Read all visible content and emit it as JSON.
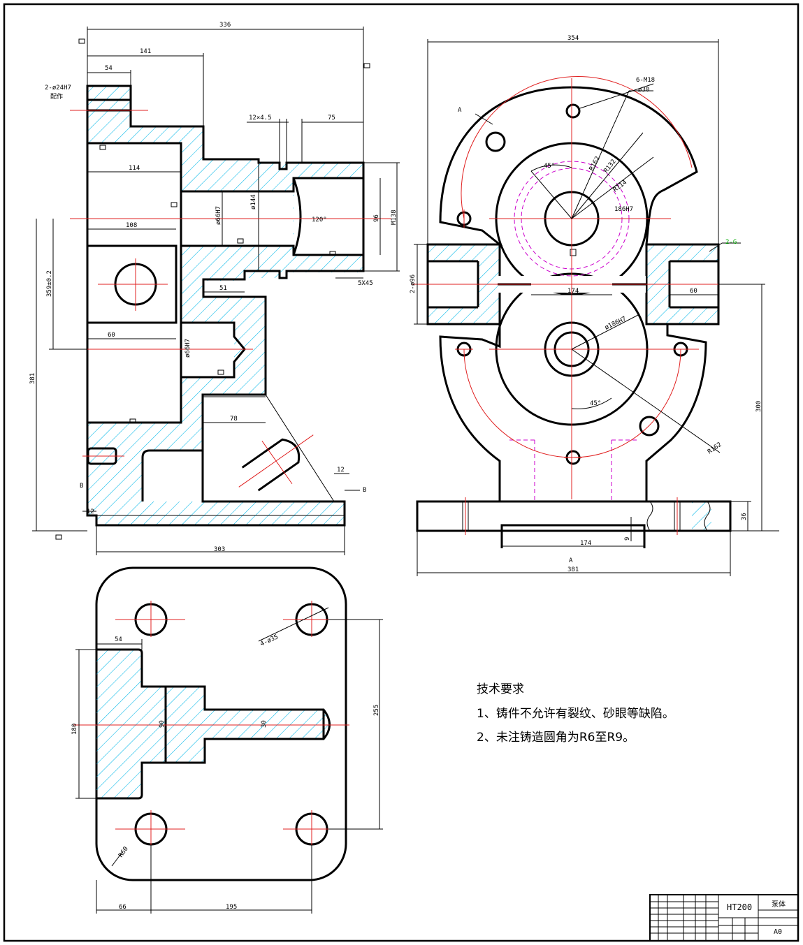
{
  "drawing": {
    "dims_front": {
      "d336": "336",
      "d141": "141",
      "d54": "54",
      "hole_note": "2-ø24H7",
      "hole_note2": "配作",
      "d12x45": "12×4.5",
      "d75": "75",
      "d114": "114",
      "d108": "108",
      "d144": "ø144",
      "d66": "ø66H7",
      "d120deg": "120°",
      "d96": "96",
      "dm138": "M138",
      "d5x45": "5X45",
      "d51": "51",
      "d359": "359±0.2",
      "d60": "60",
      "d66b": "ø66H7",
      "d78": "78",
      "d381": "381",
      "d12": "12",
      "d12b": "12",
      "d303": "303",
      "sec_b1": "B",
      "sec_b2": "B"
    },
    "dims_side": {
      "d354": "354",
      "m18": "6-M18",
      "d30": "ø30",
      "r162": "R162",
      "r132": "R132",
      "r114": "R114",
      "d186": "186H7",
      "d45": "45°",
      "d2x96": "2-ø96",
      "d174": "174",
      "d60": "60",
      "d186b": "ø186H7",
      "d45b": "45°",
      "r162b": "R162",
      "d300": "300",
      "d36": "36",
      "d174b": "174",
      "d9": "9",
      "d381": "381",
      "label_a1": "A",
      "label_a2": "A",
      "g_note": "2-G"
    },
    "dims_plan": {
      "d54": "54",
      "d180": "180",
      "d90": "90",
      "d30": "30",
      "d255": "255",
      "d4x35": "4-ø35",
      "r60": "R60",
      "d66": "66",
      "d195": "195"
    }
  },
  "notes": {
    "title": "技术要求",
    "line1": "1、铸件不允许有裂纹、砂眼等缺陷。",
    "line2": "2、未注铸造圆角为R6至R9。"
  },
  "title_block": {
    "material": "HT200",
    "part_name": "泵体",
    "sheet": "A0"
  },
  "colors": {
    "center_line": "#e02020",
    "hidden_line": "#cc00cc",
    "hatch": "#00b7e8",
    "leader_note": "#00aa00"
  }
}
